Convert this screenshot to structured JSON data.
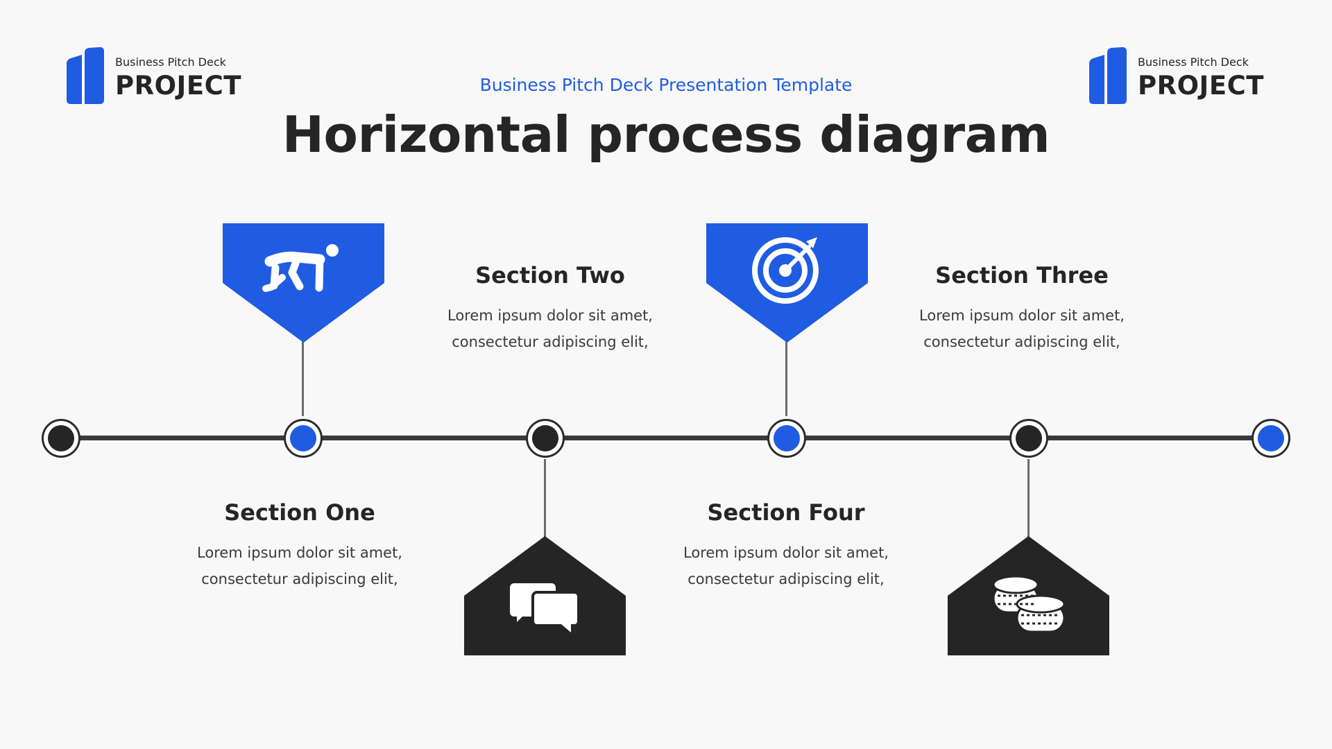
{
  "logo_left": {
    "subtitle": "Business Pitch Deck",
    "name": "PROJECT"
  },
  "logo_right": {
    "subtitle": "Business Pitch Deck",
    "name": "PROJECT"
  },
  "header": {
    "subtitle": "Business Pitch Deck Presentation Template",
    "title": "Horizontal process diagram"
  },
  "sections": [
    {
      "title": "Section One",
      "line1": "Lorem ipsum dolor sit amet,",
      "line2": "consectetur adipiscing elit,",
      "icon": "runner-start-icon"
    },
    {
      "title": "Section Two",
      "line1": "Lorem ipsum dolor sit amet,",
      "line2": "consectetur adipiscing elit,",
      "icon": "chat-bubbles-icon"
    },
    {
      "title": "Section Three",
      "line1": "Lorem ipsum dolor sit amet,",
      "line2": "consectetur adipiscing elit,",
      "icon": "coins-icon"
    },
    {
      "title": "Section Four",
      "line1": "Lorem ipsum dolor sit amet,",
      "line2": "consectetur adipiscing elit,",
      "icon": "target-icon"
    }
  ],
  "colors": {
    "accent": "#1f5ce2",
    "dark": "#252525",
    "background": "#f8f8f8",
    "line": "#3a3a3a"
  }
}
